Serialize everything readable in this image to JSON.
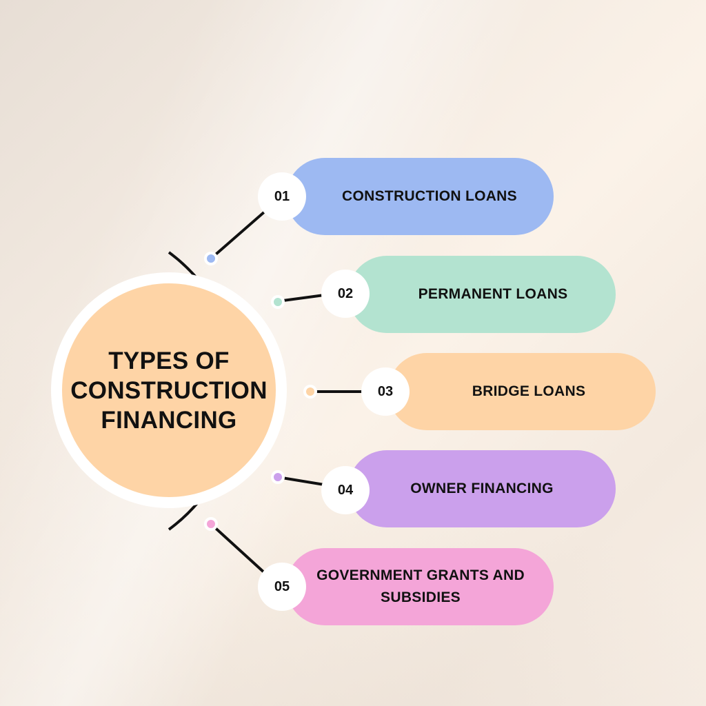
{
  "title": "TYPES OF CONSTRUCTION FINANCING",
  "colors": {
    "hub_fill": "#fed4a6",
    "hub_ring": "#ffffff",
    "line": "#111111"
  },
  "items": [
    {
      "number": "01",
      "label": "CONSTRUCTION LOANS",
      "color": "#9db9f2"
    },
    {
      "number": "02",
      "label": "PERMANENT LOANS",
      "color": "#b3e3d0"
    },
    {
      "number": "03",
      "label": "BRIDGE LOANS",
      "color": "#fed4a6"
    },
    {
      "number": "04",
      "label": "OWNER FINANCING",
      "color": "#cba0ec"
    },
    {
      "number": "05",
      "label": "GOVERNMENT GRANTS AND SUBSIDIES",
      "color": "#f4a5d8"
    }
  ]
}
